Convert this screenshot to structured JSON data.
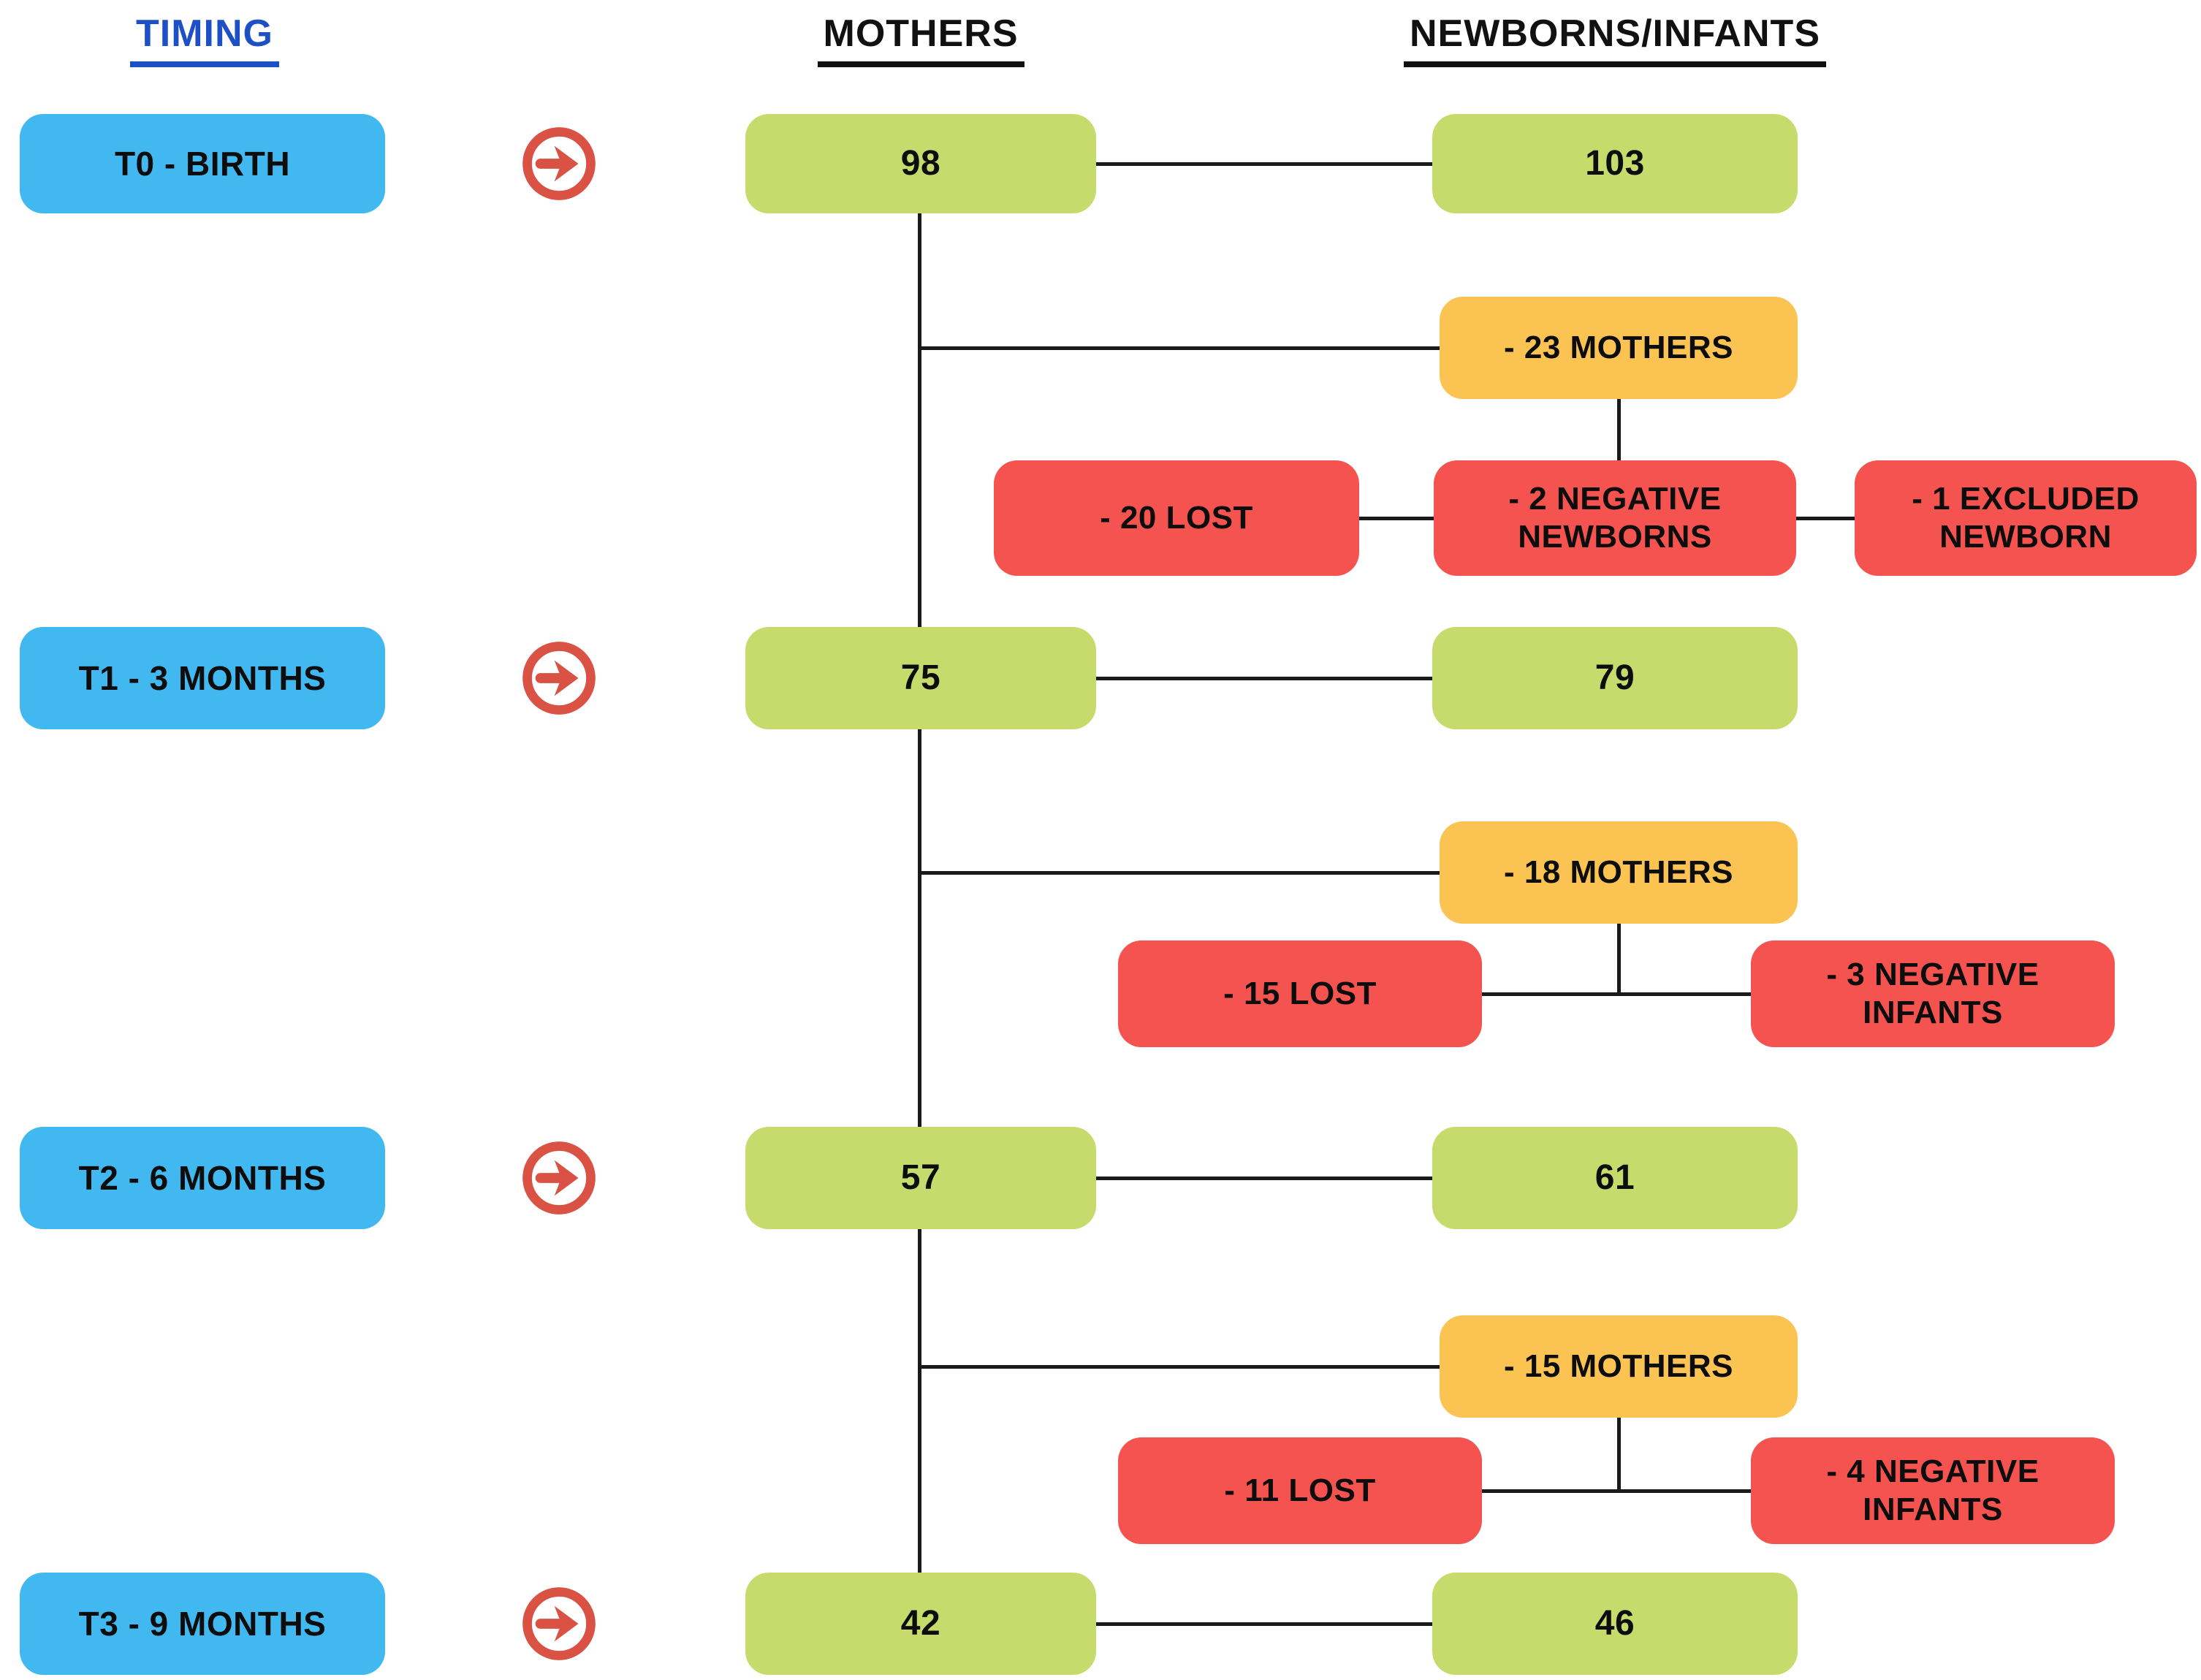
{
  "headers": {
    "timing": "TIMING",
    "mothers": "MOTHERS",
    "newborns": "NEWBORNS/INFANTS"
  },
  "colors": {
    "blue": "#41B8EF",
    "green": "#C7DB6D",
    "orange": "#FBC351",
    "red": "#F45350",
    "arrow_red": "#D95243",
    "timing_text": "#1E50C5",
    "line": "#1A1A1A"
  },
  "timepoints": [
    {
      "id": "t0",
      "label": "T0 - BIRTH",
      "mothers": "98",
      "newborns": "103"
    },
    {
      "id": "t1",
      "label": "T1 - 3 MONTHS",
      "mothers": "75",
      "newborns": "79"
    },
    {
      "id": "t2",
      "label": "T2 - 6 MONTHS",
      "mothers": "57",
      "newborns": "61"
    },
    {
      "id": "t3",
      "label": "T3 - 9 MONTHS",
      "mothers": "42",
      "newborns": "46"
    }
  ],
  "dropouts": [
    {
      "after": "t0",
      "mothers_box": "- 23 MOTHERS",
      "detail_boxes": [
        "- 20 LOST",
        "- 2 NEGATIVE NEWBORNS",
        "- 1 EXCLUDED NEWBORN"
      ]
    },
    {
      "after": "t1",
      "mothers_box": "- 18 MOTHERS",
      "detail_boxes": [
        "- 15 LOST",
        "- 3 NEGATIVE INFANTS"
      ]
    },
    {
      "after": "t2",
      "mothers_box": "- 15 MOTHERS",
      "detail_boxes": [
        "- 11 LOST",
        "- 4 NEGATIVE INFANTS"
      ]
    }
  ]
}
